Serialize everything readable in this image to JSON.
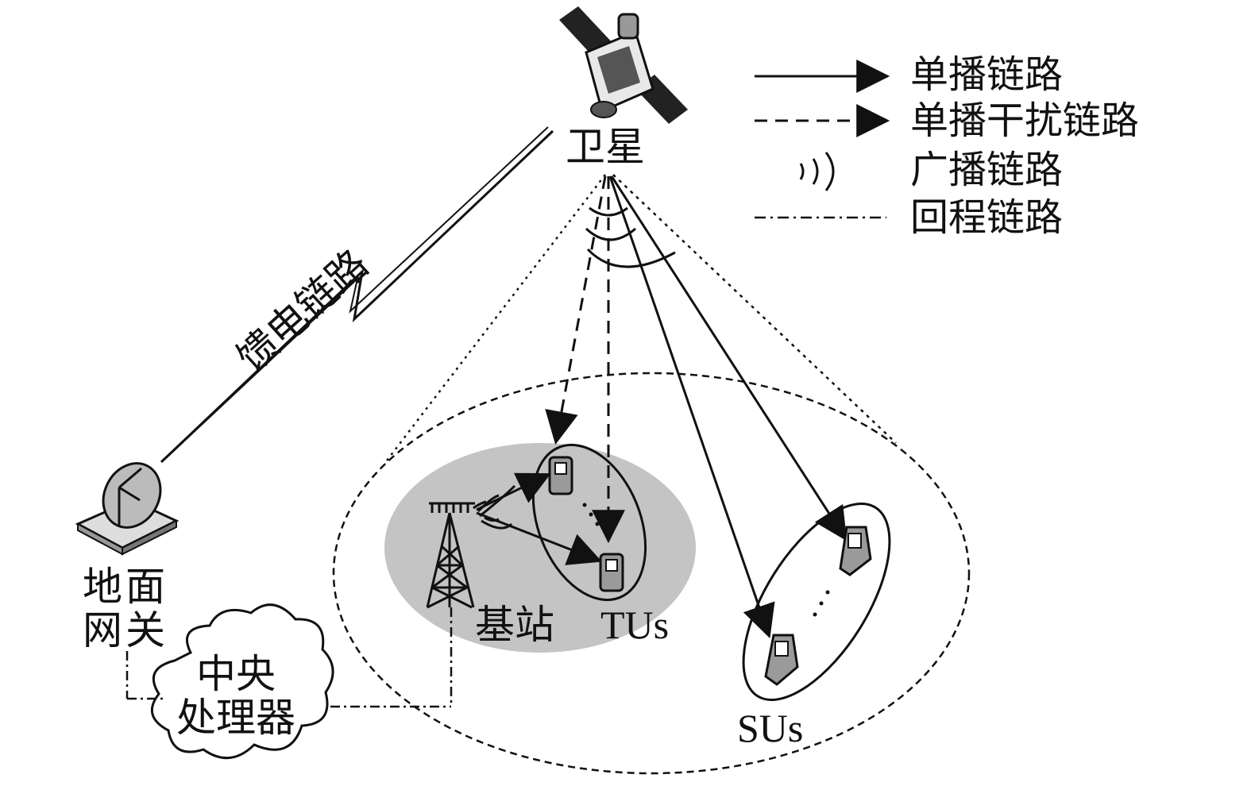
{
  "satellite": {
    "label": "卫星"
  },
  "feeder_link": {
    "label": "馈电链路"
  },
  "gateway": {
    "label_line1": "地面",
    "label_line2": "网关"
  },
  "central_processor": {
    "label_line1": "中央",
    "label_line2": "处理器"
  },
  "base_station": {
    "label": "基站"
  },
  "terrestrial_users": {
    "label": "TUs"
  },
  "satellite_users": {
    "label": "SUs"
  },
  "legend": {
    "items": [
      {
        "line_style": "solid-arrow",
        "label": "单播链路"
      },
      {
        "line_style": "dashed-arrow",
        "label": "单播干扰链路"
      },
      {
        "line_style": "broadcast-waves",
        "label": "广播链路"
      },
      {
        "line_style": "dash-dot",
        "label": "回程链路"
      }
    ]
  },
  "colors": {
    "ink": "#111111",
    "cell_fill": "#c4c4c4",
    "device_gray": "#9a9a9a"
  }
}
